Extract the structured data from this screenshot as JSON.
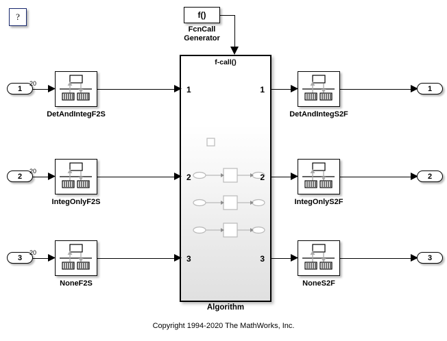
{
  "diagram": {
    "title": "Algorithm",
    "background_color": "#ffffff",
    "help_badge": {
      "label": "?",
      "border_color": "#15256b"
    },
    "copyright": "Copyright 1994-2020 The MathWorks, Inc."
  },
  "fcncall_generator": {
    "block_text": "f()",
    "label_line1": "FcnCall",
    "label_line2": "Generator"
  },
  "subsystem": {
    "name": "Algorithm",
    "trigger_label": "f-call()",
    "input_port_numbers": [
      "1",
      "2",
      "3"
    ],
    "output_port_numbers": [
      "1",
      "2",
      "3"
    ]
  },
  "inports": [
    {
      "number": "1",
      "dimension": "20"
    },
    {
      "number": "2",
      "dimension": "20"
    },
    {
      "number": "3",
      "dimension": "20"
    }
  ],
  "outports": [
    {
      "number": "1"
    },
    {
      "number": "2"
    },
    {
      "number": "3"
    }
  ],
  "f2s_blocks": [
    {
      "label": "DetAndIntegF2S"
    },
    {
      "label": "IntegOnlyF2S"
    },
    {
      "label": "NoneF2S"
    }
  ],
  "s2f_blocks": [
    {
      "label": "DetAndIntegS2F"
    },
    {
      "label": "IntegOnlyS2F"
    },
    {
      "label": "NoneS2F"
    }
  ]
}
